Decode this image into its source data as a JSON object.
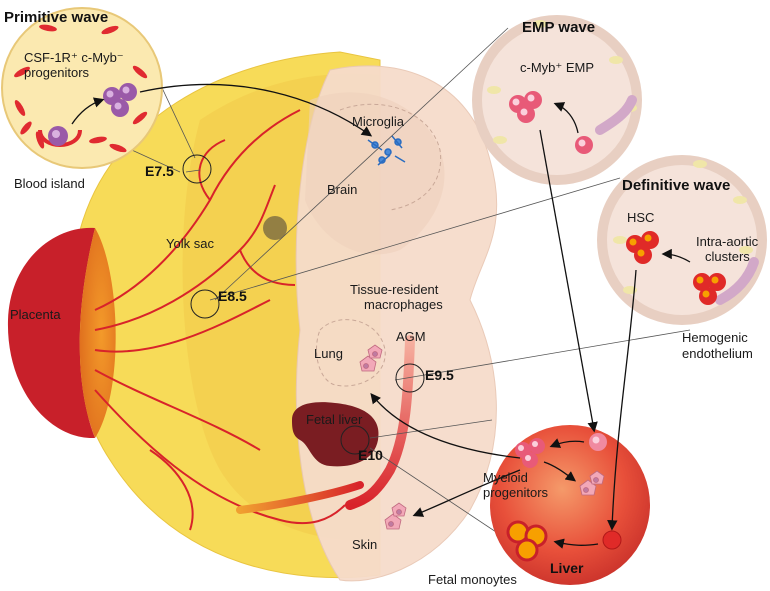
{
  "titles": {
    "primitive": "Primitive wave",
    "emp": "EMP wave",
    "definitive": "Definitive wave"
  },
  "labels": {
    "csf_progenitors_line1": "CSF-1R⁺ c-Myb⁻",
    "csf_progenitors_line2": "progenitors",
    "blood_island": "Blood island",
    "cmyb_emp": "c-Myb⁺ EMP",
    "microglia": "Microglia",
    "brain": "Brain",
    "yolk_sac": "Yolk sac",
    "placenta": "Placenta",
    "hsc": "HSC",
    "intra_aortic_line1": "Intra-aortic",
    "intra_aortic_line2": "clusters",
    "hemogenic_line1": "Hemogenic",
    "hemogenic_line2": "endothelium",
    "tissue_resident_line1": "Tissue-resident",
    "tissue_resident_line2": "macrophages",
    "lung": "Lung",
    "agm": "AGM",
    "fetal_liver": "Fetal liver",
    "myeloid_line1": "Myeloid",
    "myeloid_line2": "progenitors",
    "skin": "Skin",
    "liver": "Liver",
    "fetal_monocytes": "Fetal monoytes"
  },
  "stages": {
    "e75": "E7.5",
    "e85": "E8.5",
    "e95": "E9.5",
    "e10": "E10"
  },
  "colors": {
    "yolk_sac": "#f7d94a",
    "embryo": "#f6dccb",
    "placenta": "#c8202a",
    "vessel": "#d8232a",
    "primitive_bg": "#fbe9b0",
    "wave_bg": "#f5e3da",
    "liver_orb": "#e8503a",
    "fetal_liver": "#7a1d22",
    "emp_cell": "#e85a78",
    "primitive_cell": "#9a5aa8",
    "hsc_cell": "#e02a28"
  }
}
